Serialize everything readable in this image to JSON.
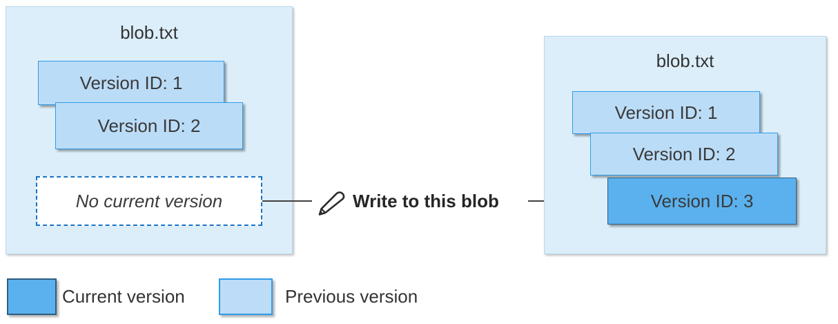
{
  "left_blob": {
    "title": "blob.txt",
    "versions": [
      {
        "label": "Version ID: 1",
        "state": "previous"
      },
      {
        "label": "Version ID: 2",
        "state": "previous"
      }
    ],
    "no_current_label": "No current version"
  },
  "action": {
    "icon": "pencil-icon",
    "label": "Write to this blob"
  },
  "right_blob": {
    "title": "blob.txt",
    "versions": [
      {
        "label": "Version ID: 1",
        "state": "previous"
      },
      {
        "label": "Version ID: 2",
        "state": "previous"
      },
      {
        "label": "Version ID: 3",
        "state": "current"
      }
    ]
  },
  "legend": {
    "items": [
      {
        "label": "Current version",
        "color": "#5BB1EE"
      },
      {
        "label": "Previous version",
        "color": "#BDDCF7"
      }
    ]
  },
  "colors": {
    "container_fill": "#DCEEF9",
    "container_border": "#B7D9ED",
    "previous_fill": "#BBDCF7",
    "previous_border": "#2E9BE8",
    "current_fill": "#5BB1EE",
    "current_border": "#2E5D80",
    "dashed_border": "#1673C6",
    "arrow": "#404040",
    "text": "#333333"
  }
}
